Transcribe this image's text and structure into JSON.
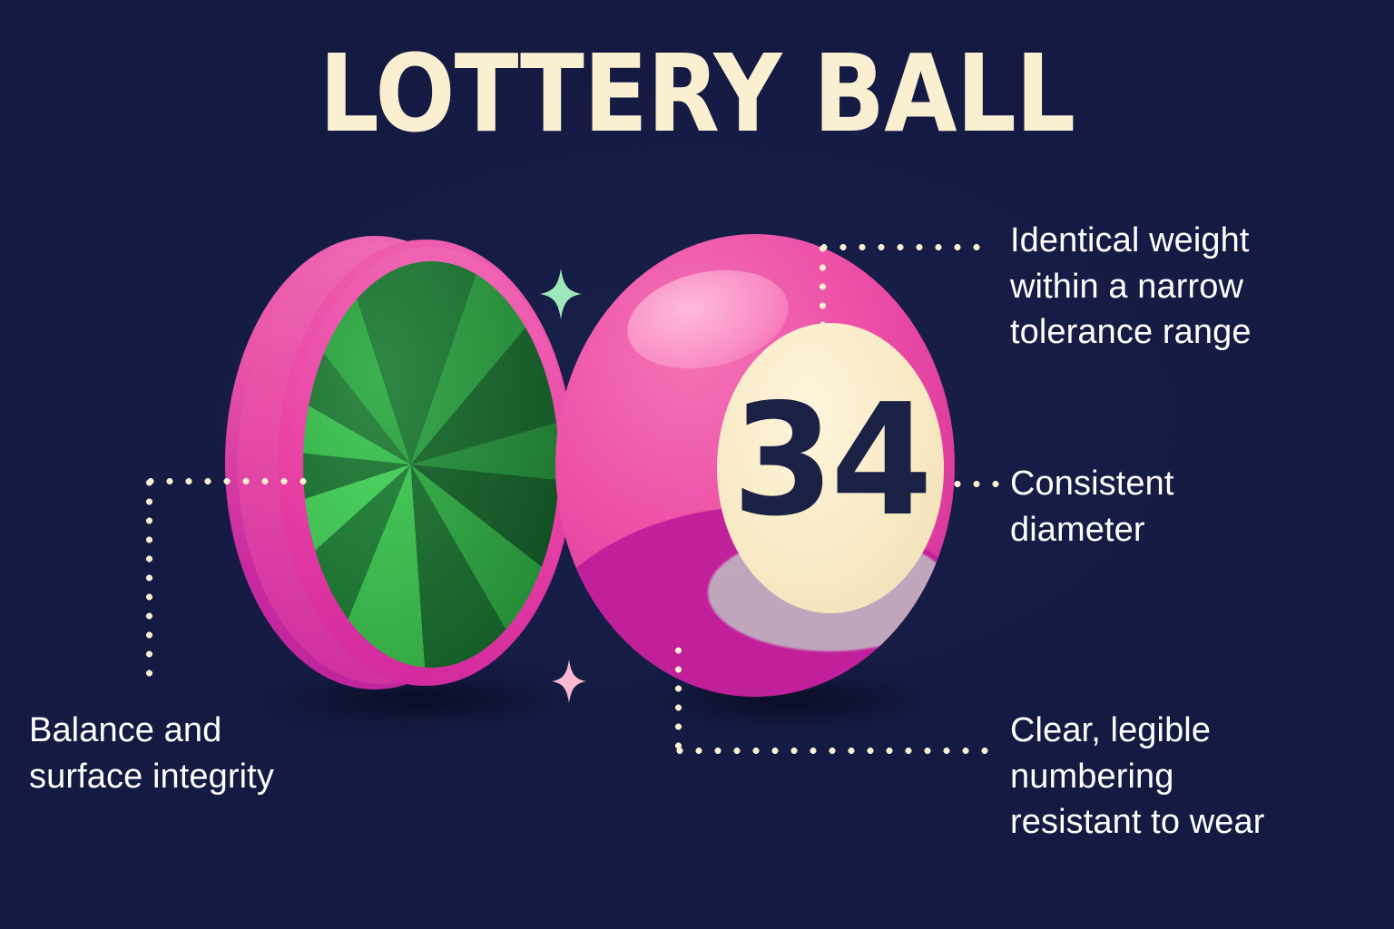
{
  "page": {
    "title": "LOTTERY BALL",
    "background_color": "#141A42",
    "cream_color": "#FAEFD0",
    "pink_color": "#ED4FA6",
    "magenta_color": "#C01F9B",
    "green_color": "#2AA340",
    "text_color": "#FFFFFF"
  },
  "ball": {
    "number": "34",
    "number_color": "#1B2145",
    "patch_color": "#F8E9C4"
  },
  "annotations": [
    {
      "id": "identical-weight",
      "text": "Identical weight\nwithin a narrow\ntolerance range"
    },
    {
      "id": "consistent-diameter",
      "text": "Consistent\ndiameter"
    },
    {
      "id": "clear-numbering",
      "text": "Clear, legible\nnumbering\nresistant to wear"
    },
    {
      "id": "balance-surface",
      "text": "Balance and\nsurface integrity"
    }
  ],
  "decorations": {
    "sparkle_mint_color": "#9DE8B9",
    "sparkle_pink_color": "#F7B8D0"
  }
}
